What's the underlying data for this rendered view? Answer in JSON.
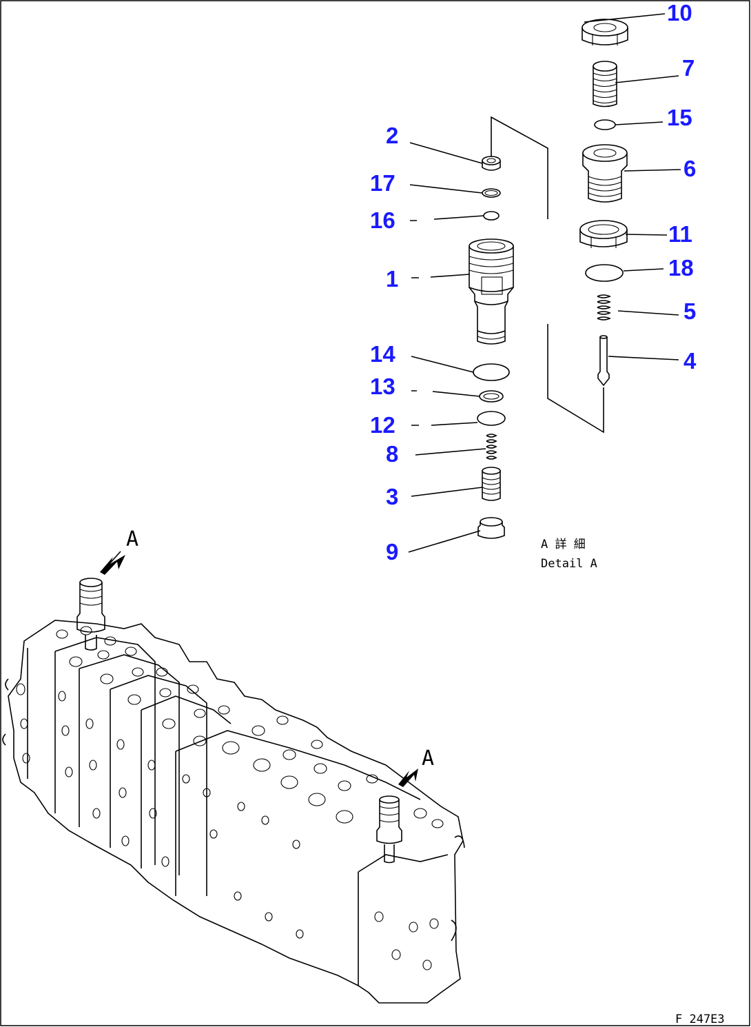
{
  "callouts": [
    {
      "id": "p10",
      "label": "10"
    },
    {
      "id": "p7",
      "label": "7"
    },
    {
      "id": "p15",
      "label": "15"
    },
    {
      "id": "p6",
      "label": "6"
    },
    {
      "id": "p11",
      "label": "11"
    },
    {
      "id": "p18",
      "label": "18"
    },
    {
      "id": "p5",
      "label": "5"
    },
    {
      "id": "p4",
      "label": "4"
    },
    {
      "id": "p2",
      "label": "2"
    },
    {
      "id": "p17",
      "label": "17"
    },
    {
      "id": "p16",
      "label": "16"
    },
    {
      "id": "p1",
      "label": "1"
    },
    {
      "id": "p14",
      "label": "14"
    },
    {
      "id": "p13",
      "label": "13"
    },
    {
      "id": "p12",
      "label": "12"
    },
    {
      "id": "p8",
      "label": "8"
    },
    {
      "id": "p3",
      "label": "3"
    },
    {
      "id": "p9",
      "label": "9"
    }
  ],
  "detail_caption": {
    "japanese": "A 詳 細",
    "english": "Detail A"
  },
  "view_arrows": {
    "upper": "A",
    "lower": "A"
  },
  "drawing_number": "F_247E3",
  "colors": {
    "callout": "#1a1aff",
    "line": "#000000",
    "background": "#ffffff"
  }
}
